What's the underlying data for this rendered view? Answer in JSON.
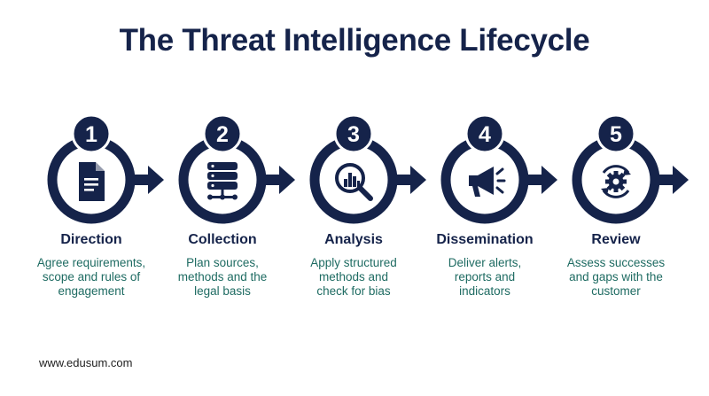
{
  "title": "The Threat Intelligence Lifecycle",
  "colors": {
    "navy": "#15234a",
    "teal": "#1e6b62",
    "white": "#ffffff"
  },
  "steps": [
    {
      "number": "1",
      "icon": "document-icon",
      "title": "Direction",
      "desc": [
        "Agree requirements,",
        "scope and rules of",
        "engagement"
      ]
    },
    {
      "number": "2",
      "icon": "database-icon",
      "title": "Collection",
      "desc": [
        "Plan sources,",
        "methods and the",
        "legal basis"
      ]
    },
    {
      "number": "3",
      "icon": "magnifier-chart-icon",
      "title": "Analysis",
      "desc": [
        "Apply structured",
        "methods and",
        "check for bias"
      ]
    },
    {
      "number": "4",
      "icon": "megaphone-icon",
      "title": "Dissemination",
      "desc": [
        "Deliver alerts,",
        "reports and",
        "indicators"
      ]
    },
    {
      "number": "5",
      "icon": "gear-cycle-icon",
      "title": "Review",
      "desc": [
        "Assess successes",
        "and gaps with the",
        "customer"
      ]
    }
  ],
  "footer": "www.edusum.com"
}
